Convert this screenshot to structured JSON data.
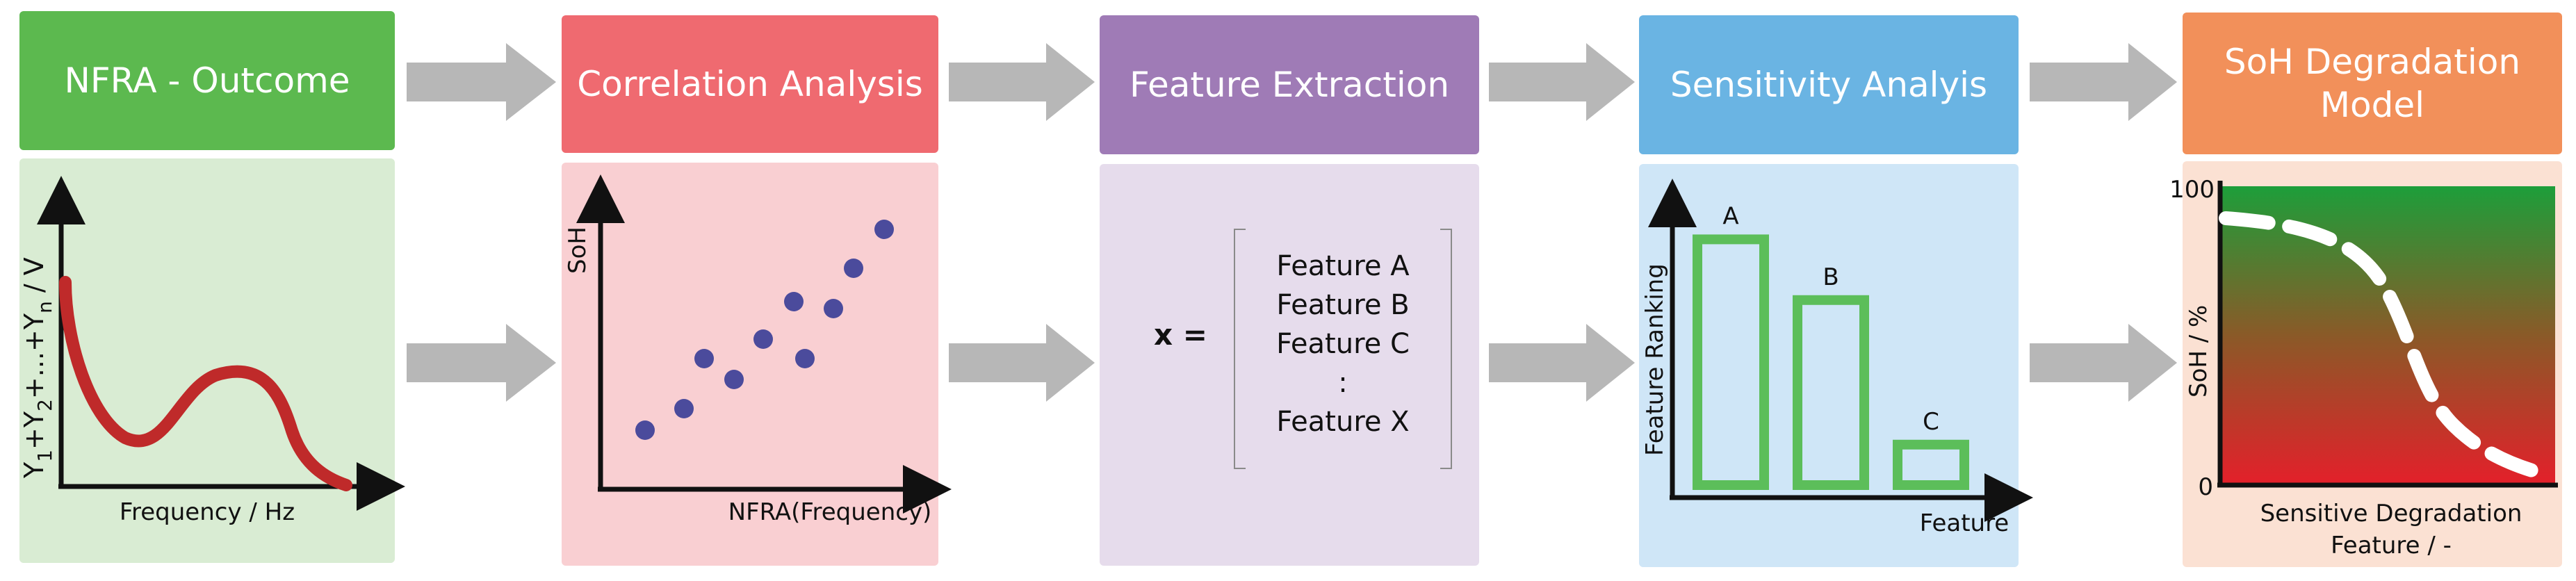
{
  "colors": {
    "green_header": "#5cb94f",
    "green_panel": "#d9ecd3",
    "red_header": "#ef6a70",
    "red_panel": "#f9cfd2",
    "purple_header": "#9f7bb6",
    "purple_panel": "#e6dcec",
    "blue_header": "#6ab4e3",
    "blue_panel": "#cfe6f7",
    "orange_header": "#f2905a",
    "orange_panel": "#fbe1d3",
    "arrow": "#b7b7b7",
    "curve": "#bf2a2a",
    "dot": "#4b4b9c",
    "bar": "#5cbe5a",
    "axis": "#111111"
  },
  "stages": [
    {
      "title": "NFRA - Outcome"
    },
    {
      "title": "Correlation Analysis"
    },
    {
      "title": "Feature Extraction"
    },
    {
      "title": "Sensitivity Analyis"
    },
    {
      "title": "SoH Degradation\nModel"
    }
  ],
  "nfra": {
    "xlabel": "Frequency / Hz",
    "ylabel_main": "Y",
    "ylabel_s1": "1",
    "ylabel_plus1": "+Y",
    "ylabel_s2": "2",
    "ylabel_mid": "+...+Y",
    "ylabel_sn": "n",
    "ylabel_unit": " / V"
  },
  "correlation": {
    "xlabel": "NFRA(Frequency)",
    "ylabel": "SoH"
  },
  "feature": {
    "lhs": "x =",
    "items": [
      "Feature A",
      "Feature B",
      "Feature C",
      ":",
      "Feature X"
    ]
  },
  "chart_data": {
    "type": "bar",
    "categories": [
      "A",
      "B",
      "C"
    ],
    "values": [
      0.85,
      0.64,
      0.14
    ],
    "xlabel": "Feature",
    "ylabel": "Feature Ranking"
  },
  "soh": {
    "xlabel_line1": "Sensitive Degradation",
    "xlabel_line2": "Feature / -",
    "ylabel": "SoH / %",
    "ymax": "100",
    "ymin": "0"
  }
}
